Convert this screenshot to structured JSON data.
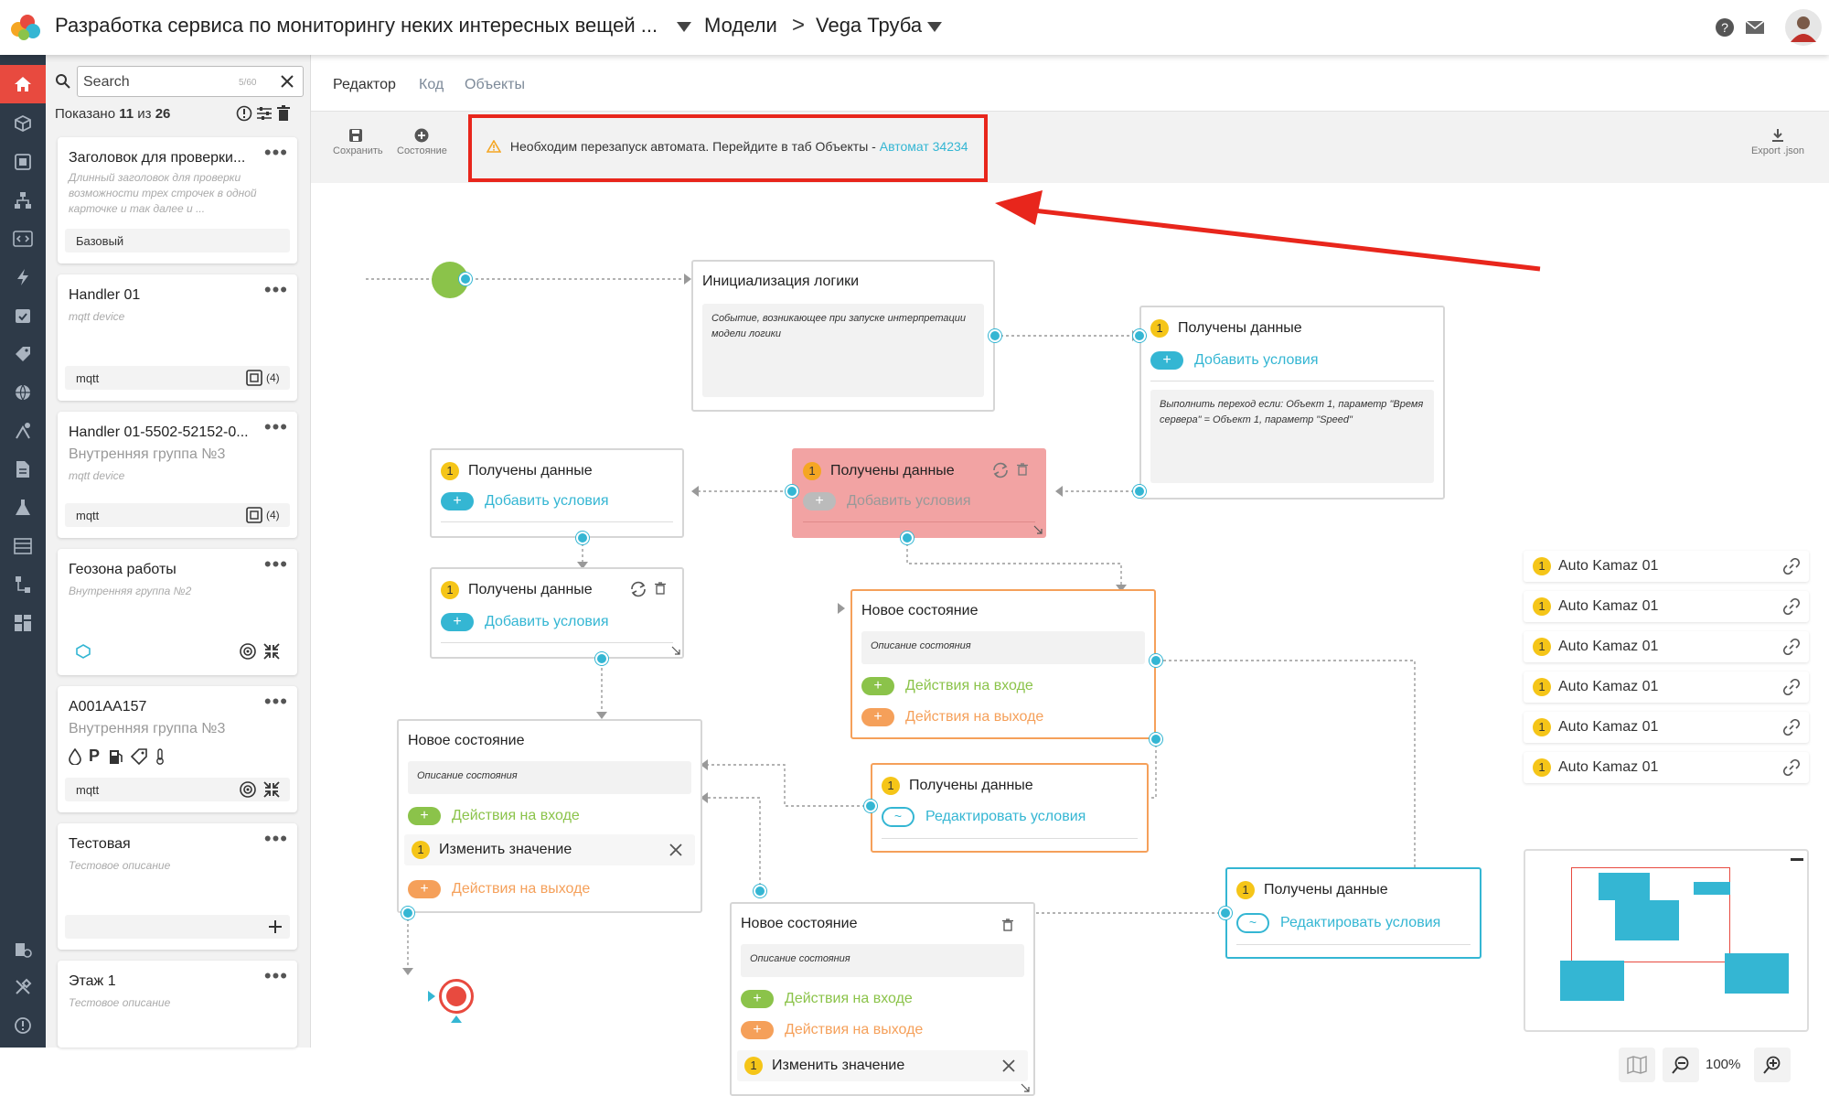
{
  "header": {
    "project_title": "Разработка сервиса по мониторингу неких интересных вещей ...",
    "crumb_models": "Модели",
    "crumb_separator": ">",
    "crumb_current": "Vega Труба"
  },
  "list": {
    "search_placeholder": "Search",
    "search_counter": "5/60",
    "shown_prefix": "Показано",
    "shown_count": "11",
    "shown_of": "из",
    "shown_total": "26",
    "cards": [
      {
        "title": "Заголовок для проверки...",
        "desc": "Длинный заголовок для проверки возможности трех строчек в одной карточке и так далее и ...",
        "foot": "Базовый"
      },
      {
        "title": "Handler 01",
        "desc": "mqtt device",
        "foot": "mqtt",
        "count": "(4)"
      },
      {
        "title": "Handler 01-5502-52152-0...",
        "sub": "Внутренняя группа №3",
        "desc": "mqtt device",
        "foot": "mqtt",
        "count": "(4)"
      },
      {
        "title": "Геозона работы",
        "desc": "Внутренняя группа №2"
      },
      {
        "title": "A001AA157",
        "sub": "Внутренняя группа №3",
        "foot": "mqtt"
      },
      {
        "title": "Тестовая",
        "desc": "Тестовое описание"
      },
      {
        "title": "Этаж 1",
        "desc": "Тестовое описание"
      }
    ]
  },
  "tabs": {
    "editor": "Редактор",
    "code": "Код",
    "objects": "Объекты"
  },
  "toolbar": {
    "save": "Сохранить",
    "state": "Состояние",
    "export": "Export .json",
    "alert_text": "Необходим перезапуск автомата. Перейдите в таб Объекты - ",
    "alert_link": "Автомат 34234"
  },
  "nodes": {
    "init": {
      "title": "Инициализация логики",
      "desc": "Событие, возникающее при запуске интерпретации модели логики"
    },
    "recv_right": {
      "badge": "1",
      "title": "Получены данные",
      "add": "Добавить условия",
      "desc": "Выполнить переход если: Объект 1, параметр \"Время сервера\" = Объект 1, параметр \"Speed\""
    },
    "recv_left1": {
      "badge": "1",
      "title": "Получены данные",
      "add": "Добавить условия"
    },
    "recv_red": {
      "badge": "1",
      "title": "Получены данные",
      "add": "Добавить условия"
    },
    "recv_left2": {
      "badge": "1",
      "title": "Получены данные",
      "add": "Добавить условия"
    },
    "state_mid": {
      "title": "Новое состояние",
      "desc": "Описание состояния",
      "enter": "Действия на входе",
      "exit": "Действия на выходе"
    },
    "state_left": {
      "title": "Новое состояние",
      "desc": "Описание состояния",
      "enter": "Действия на входе",
      "change": "Изменить значение",
      "change_badge": "1",
      "exit": "Действия на выходе"
    },
    "recv_orange": {
      "badge": "1",
      "title": "Получены данные",
      "edit": "Редактировать условия"
    },
    "state_bottom": {
      "title": "Новое состояние",
      "desc": "Описание состояния",
      "enter": "Действия на входе",
      "exit": "Действия на выходе",
      "change": "Изменить значение",
      "change_badge": "1"
    },
    "recv_blue": {
      "badge": "1",
      "title": "Получены данные",
      "edit": "Редактировать условия"
    }
  },
  "objects_panel": [
    {
      "badge": "1",
      "name": "Auto Kamaz 01"
    },
    {
      "badge": "1",
      "name": "Auto Kamaz 01"
    },
    {
      "badge": "1",
      "name": "Auto Kamaz 01"
    },
    {
      "badge": "1",
      "name": "Auto Kamaz 01"
    },
    {
      "badge": "1",
      "name": "Auto Kamaz 01"
    },
    {
      "badge": "1",
      "name": "Auto Kamaz 01"
    }
  ],
  "zoom": {
    "level": "100%"
  },
  "colors": {
    "accent": "#34b6d3",
    "sidebar": "#2e3a48",
    "active": "#e84a3f",
    "alert": "#e8261c"
  }
}
